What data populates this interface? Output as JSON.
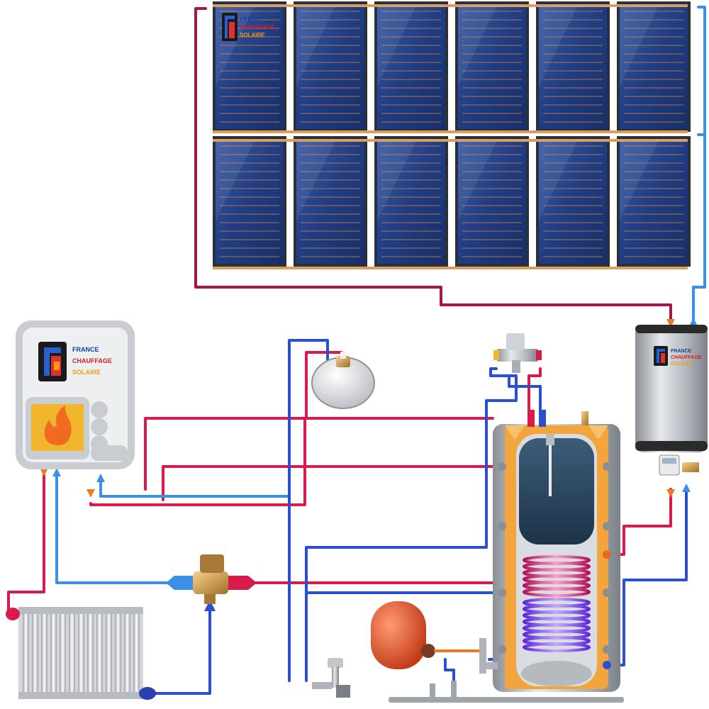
{
  "brand": {
    "line1": "FRANCE",
    "line2": "CHAUFFAGE",
    "line3": "SOLAIRE",
    "logo_letters": "FCS",
    "colors": {
      "line1": "#1a3fa0",
      "line2": "#d0202a",
      "line3": "#f39a1b"
    }
  },
  "colors": {
    "hot_pipe": "#d81b4a",
    "hot_pipe_dark": "#a01848",
    "cold_pipe": "#2a4fd0",
    "cold_pipe_light": "#3b8fe6",
    "panel_blue": "#1f3d84",
    "panel_stripe": "#e07b2a",
    "insulation": "#f2a53c",
    "tank_steel": "#a9adb4",
    "expansion_vessel": "#e2552c"
  },
  "diagram": {
    "components": [
      {
        "id": "solar-collector-array",
        "icon": "solar-panel-icon"
      },
      {
        "id": "boiler",
        "icon": "flame-icon"
      },
      {
        "id": "radiator",
        "icon": "radiator-icon"
      },
      {
        "id": "three-way-valve",
        "icon": "valve-icon"
      },
      {
        "id": "expansion-tank",
        "icon": "expansion-tank-icon"
      },
      {
        "id": "thermostatic-mixing-valve",
        "icon": "mixing-valve-icon"
      },
      {
        "id": "buffer-tank",
        "icon": "tank-icon"
      },
      {
        "id": "solar-station-tank",
        "icon": "tank-icon"
      },
      {
        "id": "solar-expansion-vessel",
        "icon": "expansion-vessel-icon"
      },
      {
        "id": "cold-water-tap",
        "icon": "tap-icon"
      },
      {
        "id": "controller",
        "icon": "controller-icon"
      }
    ]
  }
}
